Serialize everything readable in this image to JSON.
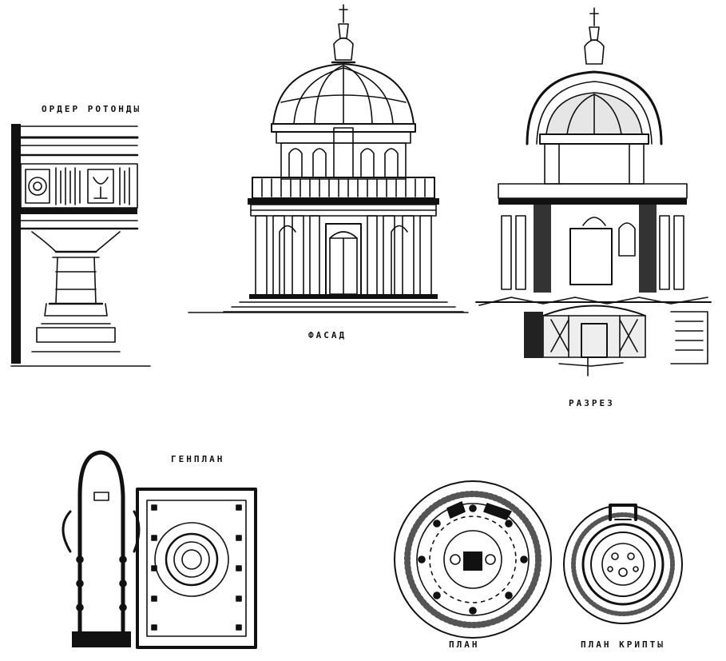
{
  "labels": {
    "order": "ОРДЕР РОТОНДЫ",
    "facade": "ФАСАД",
    "section": "РАЗРЕЗ",
    "genplan": "ГЕНПЛАН",
    "plan": "ПЛАН",
    "crypt_plan": "ПЛАН КРИПТЫ"
  },
  "colors": {
    "ink": "#111111",
    "paper": "#ffffff"
  }
}
